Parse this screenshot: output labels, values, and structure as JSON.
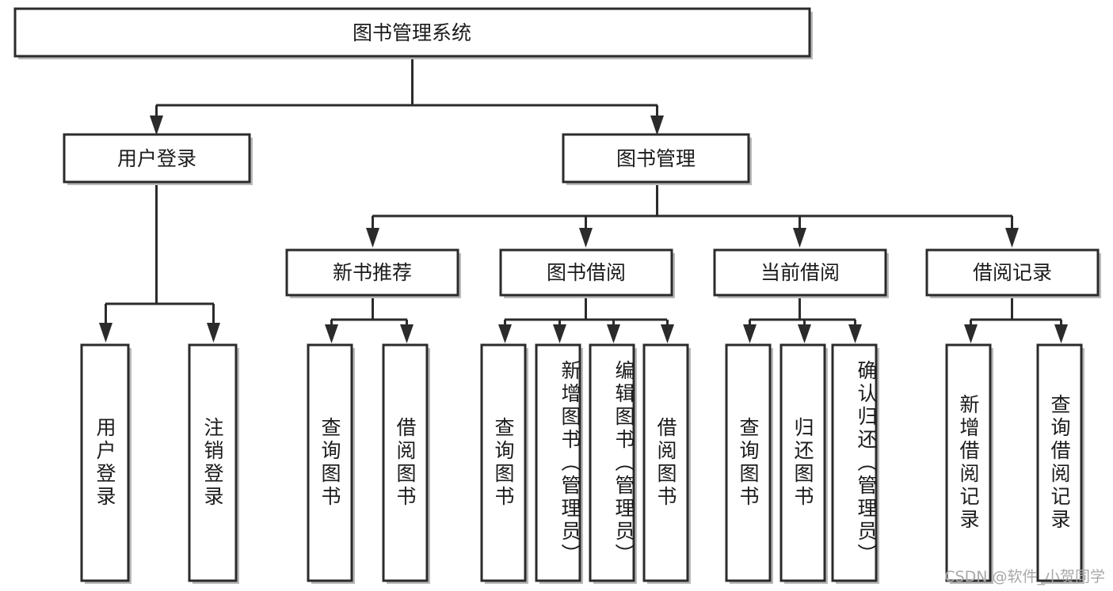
{
  "diagram": {
    "type": "tree-hierarchy",
    "title": "图书管理系统",
    "root": {
      "id": "root",
      "label": "图书管理系统",
      "orientation": "horizontal"
    },
    "level2": [
      {
        "id": "user-login",
        "label": "用户登录",
        "orientation": "horizontal"
      },
      {
        "id": "book-management",
        "label": "图书管理",
        "orientation": "horizontal"
      }
    ],
    "level3": [
      {
        "id": "new-book-recommend",
        "label": "新书推荐",
        "orientation": "horizontal",
        "parent": "book-management"
      },
      {
        "id": "book-borrow",
        "label": "图书借阅",
        "orientation": "horizontal",
        "parent": "book-management"
      },
      {
        "id": "current-borrow",
        "label": "当前借阅",
        "orientation": "horizontal",
        "parent": "book-management"
      },
      {
        "id": "borrow-record",
        "label": "借阅记录",
        "orientation": "horizontal",
        "parent": "book-management"
      }
    ],
    "leaves": [
      {
        "id": "leaf-user-login",
        "label": "用户登录",
        "parent": "user-login",
        "orientation": "vertical"
      },
      {
        "id": "leaf-logout-login",
        "label": "注销登录",
        "parent": "user-login",
        "orientation": "vertical"
      },
      {
        "id": "leaf-query-book-1",
        "label": "查询图书",
        "parent": "new-book-recommend",
        "orientation": "vertical"
      },
      {
        "id": "leaf-borrow-book-1",
        "label": "借阅图书",
        "parent": "new-book-recommend",
        "orientation": "vertical"
      },
      {
        "id": "leaf-query-book-2",
        "label": "查询图书",
        "parent": "book-borrow",
        "orientation": "vertical"
      },
      {
        "id": "leaf-add-book",
        "label": "新增图书（管理员）",
        "parent": "book-borrow",
        "orientation": "vertical"
      },
      {
        "id": "leaf-edit-book",
        "label": "编辑图书（管理员）",
        "parent": "book-borrow",
        "orientation": "vertical"
      },
      {
        "id": "leaf-borrow-book-2",
        "label": "借阅图书",
        "parent": "book-borrow",
        "orientation": "vertical"
      },
      {
        "id": "leaf-query-book-3",
        "label": "查询图书",
        "parent": "current-borrow",
        "orientation": "vertical"
      },
      {
        "id": "leaf-return-book",
        "label": "归还图书",
        "parent": "current-borrow",
        "orientation": "vertical"
      },
      {
        "id": "leaf-confirm-return",
        "label": "确认归还（管理员）",
        "parent": "current-borrow",
        "orientation": "vertical"
      },
      {
        "id": "leaf-add-record",
        "label": "新增借阅记录",
        "parent": "borrow-record",
        "orientation": "vertical"
      },
      {
        "id": "leaf-query-record",
        "label": "查询借阅记录",
        "parent": "borrow-record",
        "orientation": "vertical"
      }
    ],
    "colors": {
      "box_fill": "#ffffff",
      "box_stroke": "#2b2b2b",
      "shadow": "#b9b9b9",
      "text": "#1b1b1b",
      "watermark": "#a8a8a8"
    }
  },
  "watermark": {
    "text": "CSDN @软件_小贺同学"
  }
}
